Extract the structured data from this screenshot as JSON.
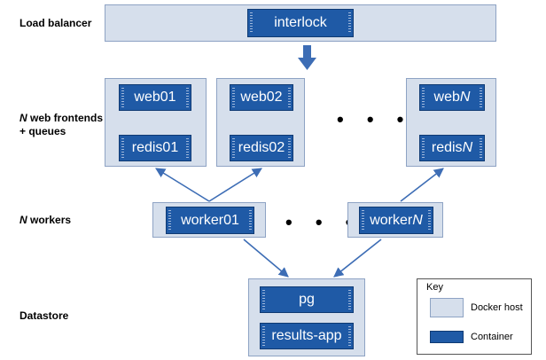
{
  "row_labels": {
    "load_balancer": "Load balancer",
    "web_frontends_n": "N",
    "web_frontends_rest": " web frontends",
    "web_frontends_line2": "+ queues",
    "workers_n": "N",
    "workers_rest": " workers",
    "datastore": "Datastore"
  },
  "load_balancer": {
    "container": "interlock"
  },
  "web_hosts": [
    {
      "web": "web01",
      "redis": "redis01"
    },
    {
      "web": "web02",
      "redis": "redis02"
    },
    {
      "web_prefix": "web",
      "web_suffix": "N",
      "redis_prefix": "redis",
      "redis_suffix": "N"
    }
  ],
  "workers": [
    {
      "label": "worker01"
    },
    {
      "prefix": "worker",
      "suffix": "N"
    }
  ],
  "datastore": {
    "containers": [
      "pg",
      "results-app"
    ]
  },
  "ellipsis": "• • •",
  "key": {
    "title": "Key",
    "docker_host": "Docker host",
    "container": "Container"
  },
  "colors": {
    "host_fill": "#d6dfec",
    "container_fill": "#1f5aa6",
    "arrow": "#3d6db5"
  }
}
